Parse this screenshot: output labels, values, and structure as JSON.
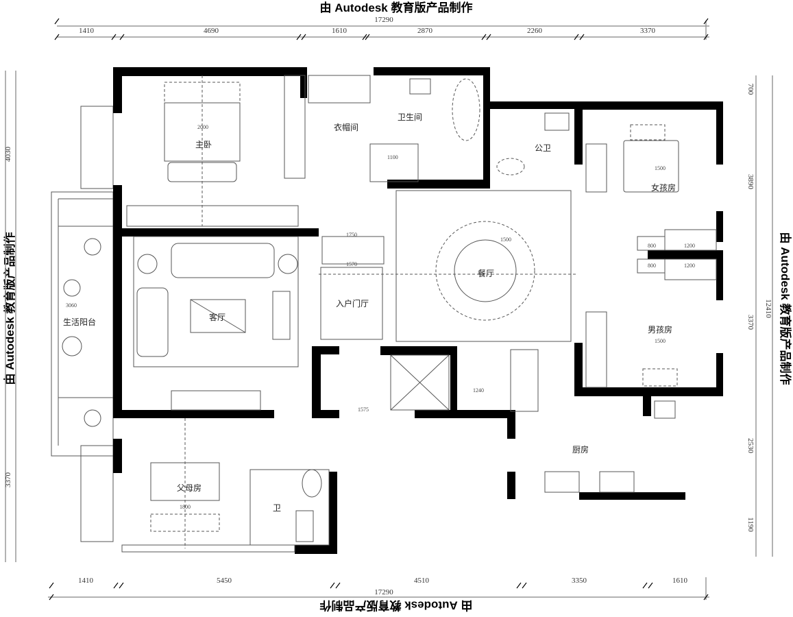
{
  "watermark": "由 Autodesk 教育版产品制作",
  "dimensions": {
    "top_total": "17290",
    "top": [
      "1410",
      "4690",
      "1610",
      "2870",
      "2260",
      "3370"
    ],
    "bottom_total": "17290",
    "bottom": [
      "1410",
      "5450",
      "4510",
      "3350",
      "1610"
    ],
    "right_total": "12410",
    "right": [
      "700",
      "3890",
      "3370",
      "2530",
      "1190"
    ],
    "left": [
      "4030",
      "3370"
    ]
  },
  "rooms": {
    "master_bedroom": "主卧",
    "closet": "衣帽间",
    "bathroom": "卫生间",
    "public_bathroom": "公卫",
    "girl_room": "女孩房",
    "boy_room": "男孩房",
    "dining": "餐厅",
    "living": "客厅",
    "entry": "入户门厅",
    "balcony": "生活阳台",
    "kitchen": "厨房",
    "parents_room": "父母房",
    "toilet": "卫"
  },
  "annotations": {
    "bed_master": "2000",
    "shower": "1100",
    "girl_bed": "1500",
    "boy_bed": "1500",
    "desk_girl": "1200",
    "desk_boy": "1200",
    "cab_girl": "800",
    "cab_boy": "800",
    "table": "1500",
    "sofa_back": "1750",
    "tv": "1570",
    "corridor": "1240",
    "entry_w": "1575",
    "parents_bed": "1800",
    "living_h": "3060"
  }
}
